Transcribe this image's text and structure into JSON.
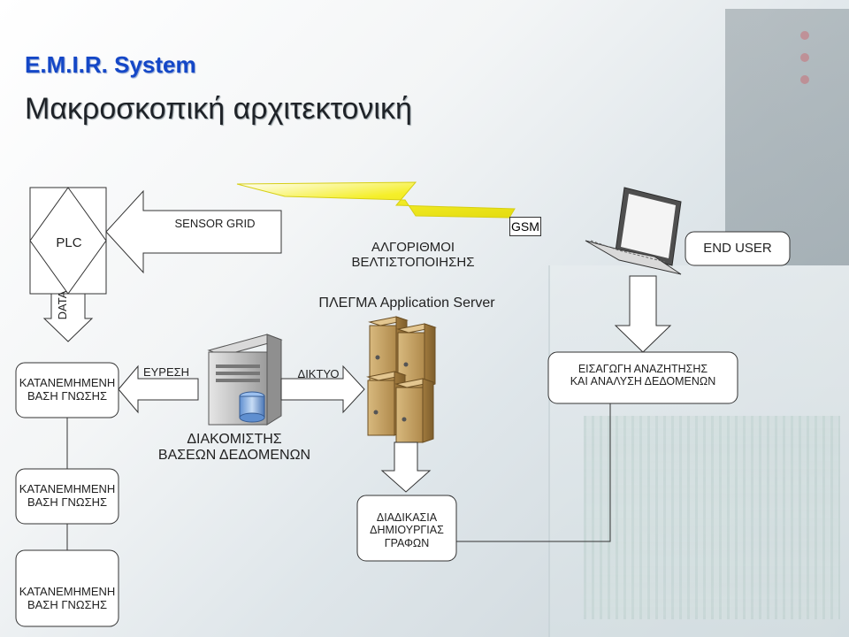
{
  "header": {
    "brand": "E.M.I.R. System",
    "title": "Μακροσκοπική αρχιτεκτονική"
  },
  "diagram": {
    "plc": "PLC",
    "sensor_grid": "SENSOR GRID",
    "data": "DATA",
    "algorithms_line1": "ΑΛΓΟΡΙΘΜΟΙ",
    "algorithms_line2": "ΒΕΛΤΙΣΤΟΠΟΙΗΣΗΣ",
    "gsm": "GSM",
    "end_user": "END USER",
    "app_server": "ΠΛΕΓΜΑ Application Server",
    "kb_line1": "ΚΑΤΑΝΕΜΗΜΕΝΗ",
    "kb_line2": "ΒΑΣΗ ΓΝΩΣΗΣ",
    "search": "ΕΥΡΕΣΗ",
    "network": "ΔΙΚΤΥΟ",
    "input_line1": "ΕΙΣΑΓΩΓΗ ΑΝΑΖΗΤΗΣΗΣ",
    "input_line2": "ΚΑΙ ΑΝΑΛΥΣΗ ΔΕΔΟΜΕΝΩΝ",
    "db_server_line1": "ΔΙΑΚΟΜΙΣΤΗΣ",
    "db_server_line2": "ΒΑΣΕΩΝ ΔΕΔΟΜΕΝΩΝ",
    "graph_line1": "ΔΙΑΔΙΚΑΣΙΑ",
    "graph_line2": "ΔΗΜΙΟΥΡΓΙΑΣ",
    "graph_line3": "ΓΡΑΦΩΝ"
  },
  "colors": {
    "brand": "#1447c7",
    "lightning": "#f2ec20",
    "arrow_fill": "#ffffff",
    "server_body": "#c9a56a"
  }
}
